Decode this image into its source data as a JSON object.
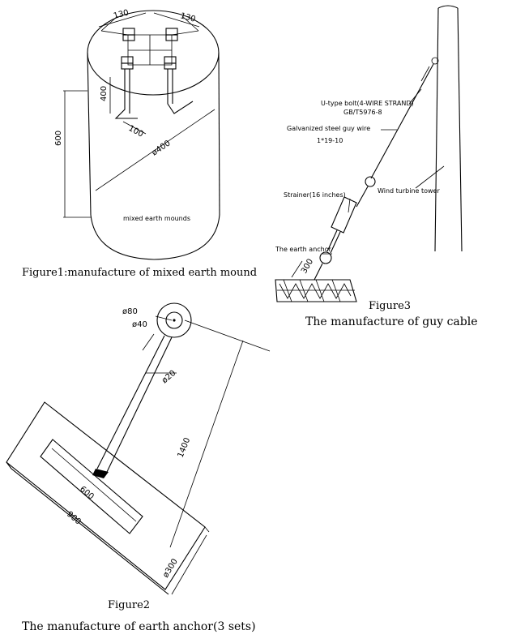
{
  "figure1": {
    "dim_130_left": "130",
    "dim_130_right": "130",
    "dim_400_vert": "400",
    "dim_600": "600",
    "dim_100": "100",
    "dim_dia400": "ø400",
    "label": "mixed earth mounds",
    "caption": "Figure1:manufacture of mixed earth mound"
  },
  "figure2": {
    "dim_dia80": "ø80",
    "dim_dia40": "ø40",
    "dim_dia20": "ø20",
    "dim_1400": "1400",
    "dim_600": "600",
    "dim_900": "900",
    "dim_dia300": "ø300",
    "title": "Figure2",
    "caption": "The manufacture of earth anchor(3 sets)"
  },
  "figure3": {
    "bolt_label": "U-type bolt(4-WIRE STRAND)",
    "bolt_std": "GB/T5976-8",
    "wire_label": "Galvanized steel guy wire",
    "wire_spec": "1*19-10",
    "strainer_label": "Strainer(16 inches)",
    "tower_label": "Wind turbine tower",
    "anchor_label": "The earth anchor",
    "dim_300": "300",
    "title": "Figure3",
    "caption": "The manufacture of guy cable"
  }
}
